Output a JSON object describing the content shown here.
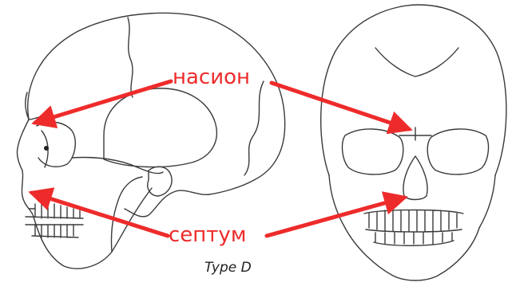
{
  "labels": {
    "nasion": "насион",
    "septum": "септум"
  },
  "caption": "Type D",
  "colors": {
    "arrow": "#ee2b2b",
    "label": "#ee2b2b",
    "line": "#3a3a3a",
    "caption": "#222222"
  }
}
